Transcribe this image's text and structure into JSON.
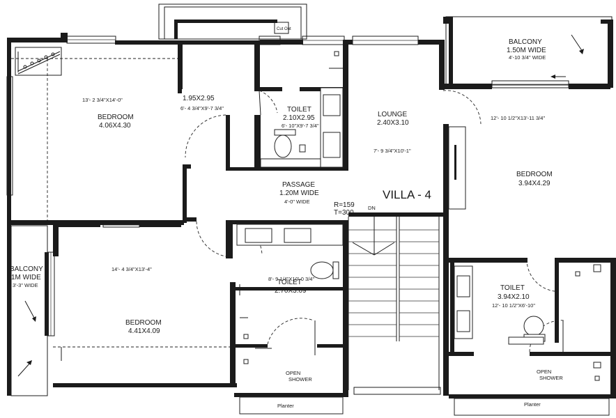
{
  "title": "VILLA - 4",
  "stair": {
    "riser": "R=159",
    "tread": "T=300",
    "direction": "DN"
  },
  "rooms": {
    "bedroom_nw": {
      "name": "BEDROOM",
      "size": "4.06X4.30",
      "imperial": "13'- 2 3/4\"X14'-0\""
    },
    "dressing": {
      "size": "1.95X2.95",
      "imperial": "6'- 4 3/4\"X9'-7 3/4\""
    },
    "toilet_n": {
      "name": "TOILET",
      "size": "2.10X2.95",
      "imperial": "6'- 10\"X9'-7 3/4\""
    },
    "lounge": {
      "name": "LOUNGE",
      "size": "2.40X3.10",
      "imperial": "7'- 9 3/4\"X10'-1\""
    },
    "balcony_ne": {
      "name": "BALCONY",
      "size": "1.50M WIDE",
      "imperial": "4'-10 3/4\" WIDE"
    },
    "bedroom_e": {
      "name": "BEDROOM",
      "size": "3.94X4.29",
      "imperial": "12'- 10 1/2\"X13'-11 3/4\""
    },
    "passage": {
      "name": "PASSAGE",
      "size": "1.20M WIDE",
      "imperial": "4'-0\" WIDE"
    },
    "balcony_w": {
      "name": "BALCONY",
      "size": "1M WIDE",
      "imperial": "3'-3\" WIDE"
    },
    "bedroom_sw": {
      "name": "BEDROOM",
      "size": "4.41X4.09",
      "imperial": "14'- 4 3/4\"X13'-4\""
    },
    "toilet_c": {
      "name": "TOILET",
      "size": "2.70X3.09",
      "imperial": "8'- 9 1/4\"X10'-0 3/4\""
    },
    "toilet_e": {
      "name": "TOILET",
      "size": "3.94X2.10",
      "imperial": "12'- 10 1/2\"X6'-10\""
    },
    "shower_c": {
      "name": "OPEN SHOWER"
    },
    "shower_e": {
      "name": "OPEN SHOWER"
    }
  },
  "planter_c": "Planter",
  "planter_e": "Planter",
  "cutout": "Cut Out"
}
